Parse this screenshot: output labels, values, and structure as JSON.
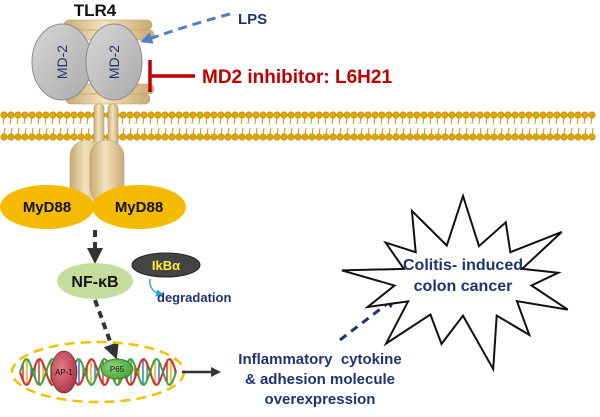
{
  "labels": {
    "tlr4": "TLR4",
    "md2_left": "MD-2",
    "md2_right": "MD-2",
    "lps": "LPS",
    "inhibitor": "MD2 inhibitor: L6H21",
    "myd88_left": "MyD88",
    "myd88_right": "MyD88",
    "nfkb": "NF-κB",
    "ikba": "IkBα",
    "degradation": "degradation",
    "ap1": "AP-1",
    "p65": "P65",
    "outcome_line1": "Inflammatory  cytokine",
    "outcome_line2": "& adhesion molecule",
    "outcome_line3": "overexpression",
    "cancer_line1": "Colitis- induced",
    "cancer_line2": "colon cancer"
  },
  "colors": {
    "navy_text": "#1f3370",
    "inhibitor_red": "#c00000",
    "lps_arrow": "#4f7ec8",
    "md2_fill": "#c7c7c7",
    "tlr4_fill": "#e9d4a6",
    "myd88_fill": "#f5bb00",
    "nfkb_fill": "#c4dc9c",
    "ikba_fill": "#444444",
    "ikba_text": "#ffee33",
    "membrane": "#e3a500",
    "ap1_fill": "#c94a5a",
    "p65_fill": "#5fbf4f",
    "nucleus_border": "#f2c200",
    "dna_red": "#d42a2a",
    "dna_green": "#3aa53a"
  },
  "icons": [
    "membrane-bilayer",
    "dna-helix",
    "starburst"
  ]
}
